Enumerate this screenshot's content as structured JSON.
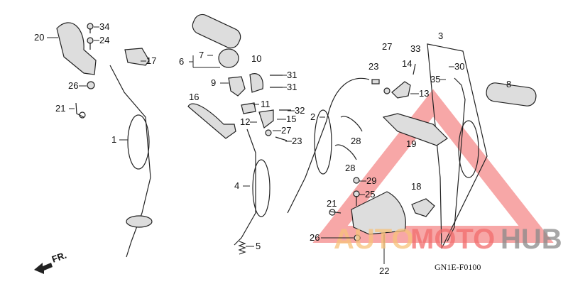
{
  "diagram": {
    "callouts": [
      "20",
      "34",
      "24",
      "17",
      "26",
      "21",
      "1",
      "7",
      "6",
      "10",
      "9",
      "31",
      "31",
      "16",
      "11",
      "32",
      "12",
      "15",
      "27",
      "23",
      "4",
      "5",
      "2",
      "23",
      "27",
      "33",
      "14",
      "13",
      "3",
      "30",
      "35",
      "8",
      "28",
      "28",
      "19",
      "29",
      "25",
      "21",
      "18",
      "26",
      "22"
    ],
    "front_marker": "FR.",
    "diagram_code": "GN1E-F0100"
  },
  "watermark": {
    "part1": "AUTO",
    "part2": "MOTO",
    "part3": "HUB",
    "colors": {
      "auto": "#f7c27a",
      "moto": "#f26d6d",
      "hub": "#8a8a8a",
      "triangle": "#f26d6d"
    }
  }
}
